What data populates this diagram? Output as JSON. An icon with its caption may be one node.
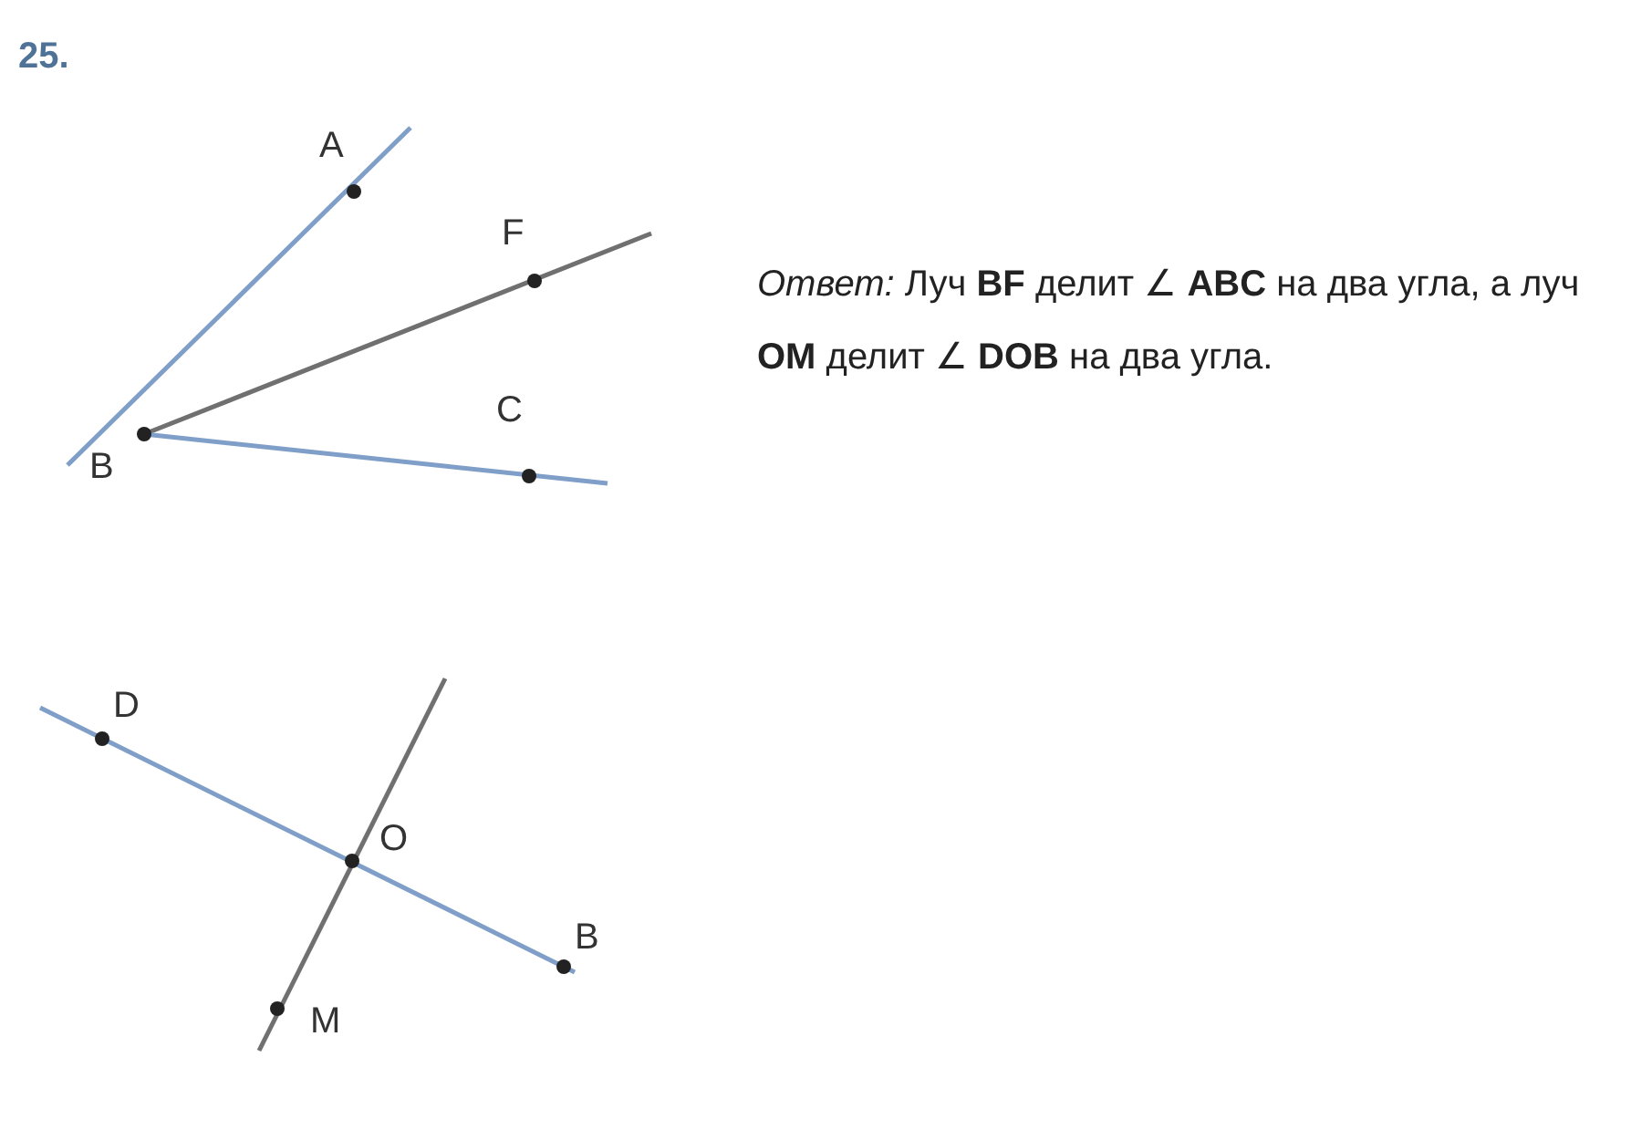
{
  "diagram": {
    "title": "25.",
    "labels": [
      "A",
      "F",
      "C",
      "B",
      "D",
      "O",
      "B",
      "M",
      "*Ответ:* Луч **BF** делит ∠ **ABC** на два угла, а луч **OM** делит ∠ **DOB** на два угла."
    ]
  }
}
